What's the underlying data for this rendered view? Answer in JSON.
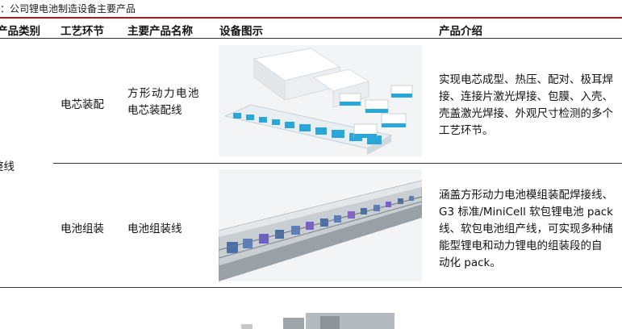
{
  "caption": "：公司锂电池制造设备主要产品",
  "header": {
    "category": "产品类别",
    "process": "工艺环节",
    "product": "主要产品名称",
    "image": "设备图示",
    "intro": "产品介绍"
  },
  "category_cell": "整线",
  "rows": [
    {
      "process": "电芯装配",
      "product_lines": [
        "方形动力电池",
        "电芯装配线"
      ],
      "image_icon": "cell-assembly-line-illustration",
      "intro_lines": [
        "实现电芯成型、热压、配对、极耳焊",
        "接、连接片激光焊接、包膜、入壳、",
        "壳盖激光焊接、外观尺寸检测的多个",
        "工艺环节。"
      ]
    },
    {
      "process": "电池组装",
      "product_lines": [
        "电池组装线"
      ],
      "image_icon": "pack-assembly-line-illustration",
      "intro_lines": [
        "涵盖方形动力电池模组装配焊接线、",
        "G3 标准/MiniCell 软包锂电池 pack",
        "线、软包电池组产线，可实现多种储",
        "能型锂电和动力锂电的组装段的自",
        "动化 pack。"
      ]
    }
  ],
  "colors": {
    "accent_rule": "#b8141b",
    "text": "#111111"
  }
}
